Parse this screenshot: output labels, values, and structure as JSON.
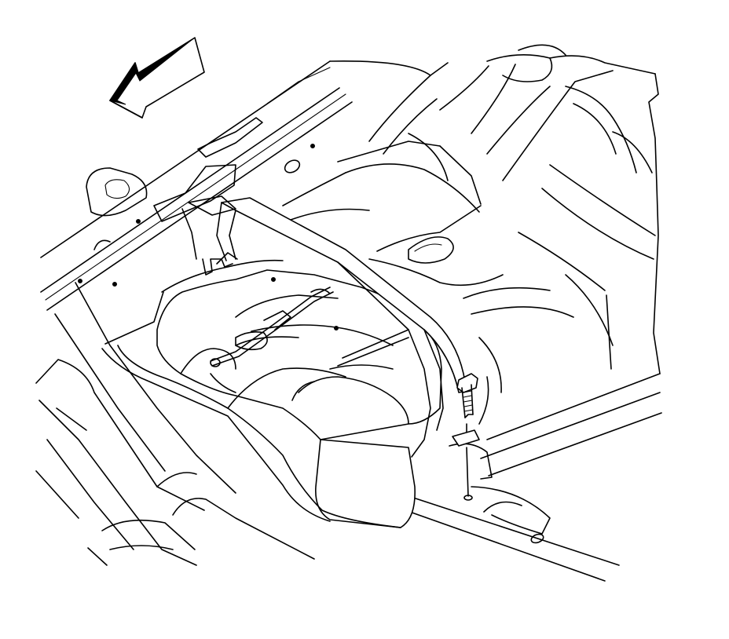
{
  "figure": {
    "background": "#ffffff",
    "line_color": "#000000",
    "direction_arrow": "front-direction-arrow-icon",
    "parts": [
      "fuel-tank",
      "tank-strap",
      "strap-bolt",
      "frame-rails",
      "underbody-floor-pan"
    ]
  }
}
